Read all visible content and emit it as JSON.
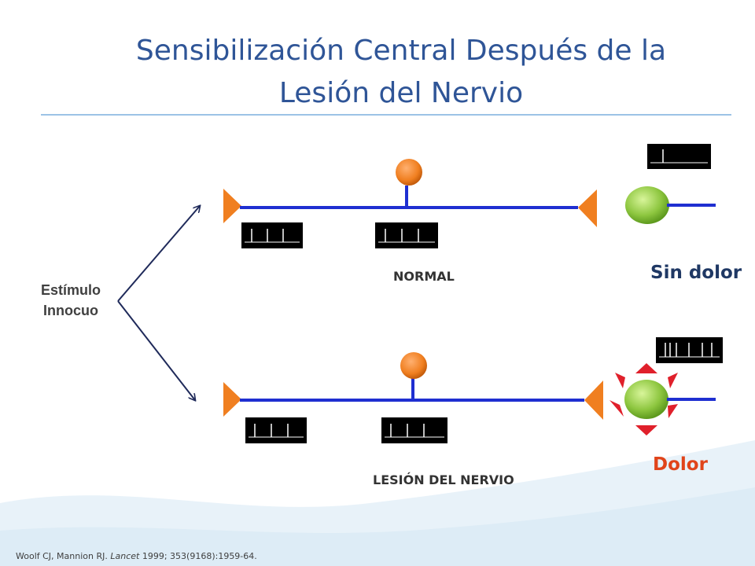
{
  "slide": {
    "title_line1": "Sensibilización Central Después de la",
    "title_line2": "Lesión del Nervio",
    "stimulus_line1": "Estímulo",
    "stimulus_line2": "Innocuo",
    "normal_label": "NORMAL",
    "lesion_label": "LESIÓN DEL NERVIO",
    "no_pain_label": "Sin dolor",
    "pain_label": "Dolor",
    "citation": {
      "authors": "Woolf CJ, Mannion RJ. ",
      "journal": "Lancet",
      "details": " 1999; 353(9168):1959-64."
    }
  },
  "colors": {
    "title": "#2f5597",
    "axon": "#1f2fd1",
    "terminal": "#f07f20",
    "neuron": "#f07f20",
    "receiver": "#8dc63f",
    "pain_marker": "#e0202b",
    "pain_text": "#e0441a",
    "no_pain_text": "#1f3864"
  },
  "spike_trains": {
    "normal_input_spikes": 3,
    "normal_output_spikes": 1,
    "lesion_input_spikes": 3,
    "lesion_output_spikes": 6
  }
}
